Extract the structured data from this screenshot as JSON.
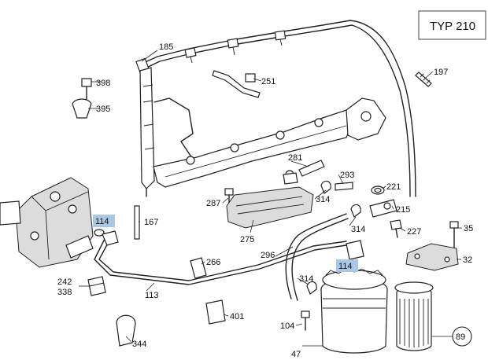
{
  "title_box": {
    "text": "TYP 210"
  },
  "highlight_color": "#a9c8e6",
  "parts": {
    "p185": "185",
    "p398": "398",
    "p395": "395",
    "p251": "251",
    "p197": "197",
    "p281": "281",
    "p293": "293",
    "p221": "221",
    "p287": "287",
    "p314a": "314",
    "p215": "215",
    "p114a": "114",
    "p167": "167",
    "p275": "275",
    "p314b": "314",
    "p227": "227",
    "p35": "35",
    "p296": "296",
    "p266": "266",
    "p114b": "114",
    "p32": "32",
    "p242": "242",
    "p338": "338",
    "p113": "113",
    "p314c": "314",
    "p401": "401",
    "p104": "104",
    "p89": "89",
    "p344": "344",
    "p47": "47"
  }
}
